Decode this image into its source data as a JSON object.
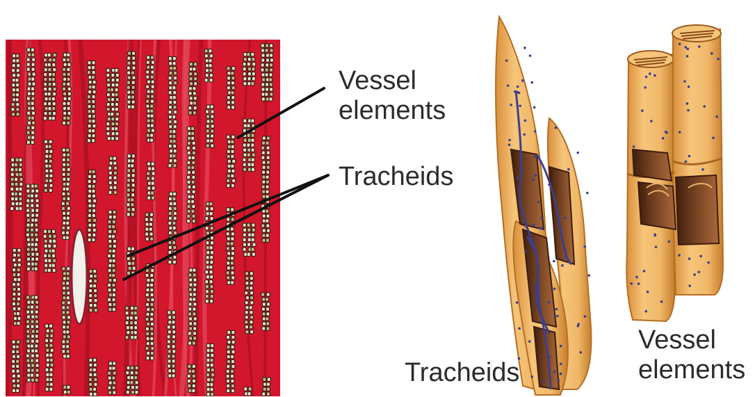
{
  "micrograph_labels": {
    "vessel_line1": "Vessel",
    "vessel_line2": "elements",
    "tracheids": "Tracheids"
  },
  "illustration_labels": {
    "tracheids": "Tracheids",
    "vessel_line1": "Vessel",
    "vessel_line2": "elements"
  },
  "colors": {
    "tissue_red": "#d2162c",
    "cell_wall_dark": "#2a1a12",
    "cell_fill_pale": "#e8e2c6",
    "cell_tan": "#eeb35f",
    "cell_tan_dark": "#c98532",
    "cell_interior": "#6b3a1d",
    "pit_blue": "#3b3f8f",
    "leader_line": "#111111"
  }
}
